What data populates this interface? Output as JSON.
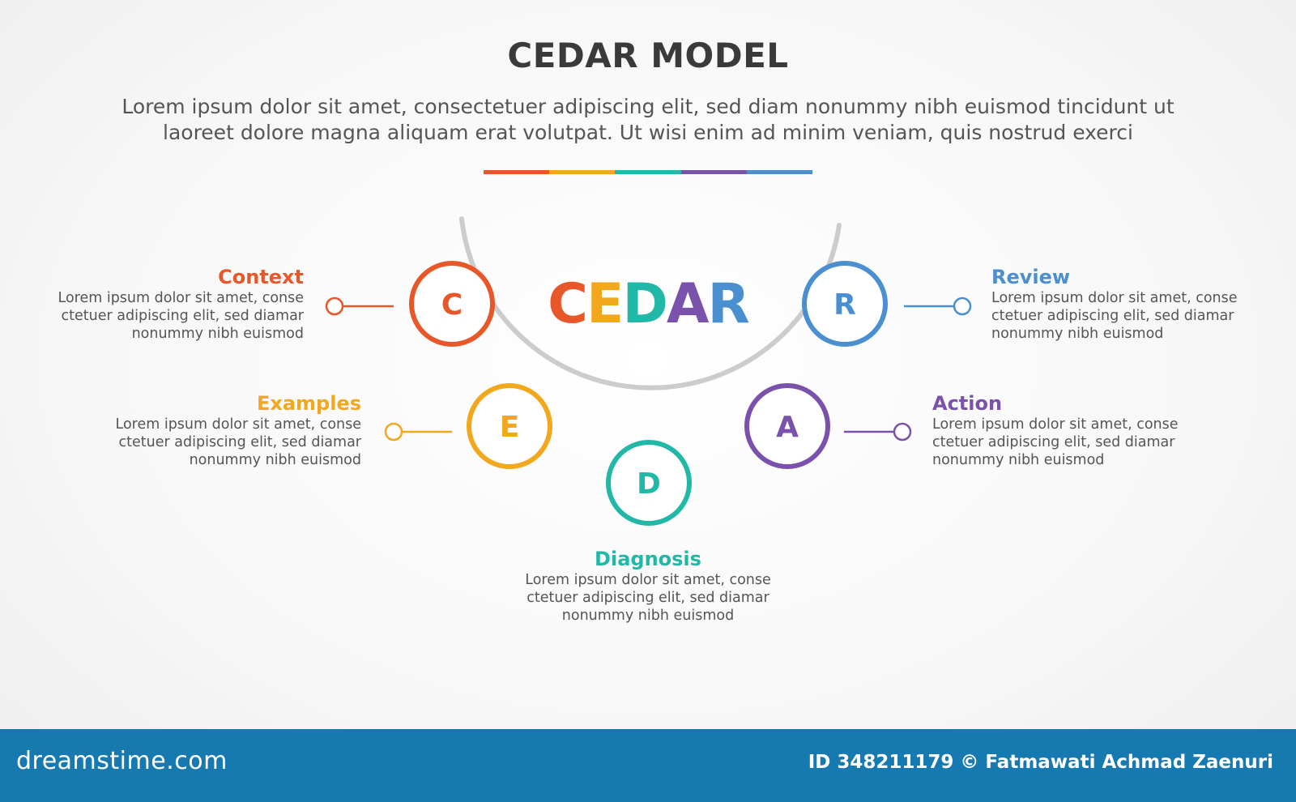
{
  "title": "CEDAR MODEL",
  "subtitle": "Lorem ipsum dolor sit amet, consectetuer adipiscing elit, sed diam nonummy nibh euismod tincidunt ut laoreet dolore magna aliquam erat volutpat. Ut wisi enim ad minim veniam, quis nostrud exerci",
  "colors": {
    "orange": "#e8572a",
    "yellow": "#f2a81d",
    "teal": "#22b8a7",
    "purple": "#7b52ab",
    "blue": "#4a8fd0",
    "arc": "#cccccc",
    "footer": "#1679b0"
  },
  "center_word": [
    "C",
    "E",
    "D",
    "A",
    "R"
  ],
  "steps": [
    {
      "letter": "C",
      "heading": "Context",
      "description": "Lorem ipsum dolor sit amet, conse ctetuer adipiscing elit, sed diamar nonummy nibh euismod",
      "color": "#e8572a"
    },
    {
      "letter": "E",
      "heading": "Examples",
      "description": "Lorem ipsum dolor sit amet, conse ctetuer adipiscing elit, sed diamar nonummy nibh euismod",
      "color": "#f2a81d"
    },
    {
      "letter": "D",
      "heading": "Diagnosis",
      "description": "Lorem ipsum dolor sit amet, conse ctetuer adipiscing elit, sed diamar nonummy nibh euismod",
      "color": "#22b8a7"
    },
    {
      "letter": "A",
      "heading": "Action",
      "description": "Lorem ipsum dolor sit amet, conse ctetuer adipiscing elit, sed diamar nonummy nibh euismod",
      "color": "#7b52ab"
    },
    {
      "letter": "R",
      "heading": "Review",
      "description": "Lorem ipsum dolor sit amet, conse ctetuer adipiscing elit, sed diamar nonummy nibh euismod",
      "color": "#4a8fd0"
    }
  ],
  "footer": {
    "logo": "dreamstime.com",
    "credit": "ID 348211179 © Fatmawati Achmad Zaenuri"
  }
}
